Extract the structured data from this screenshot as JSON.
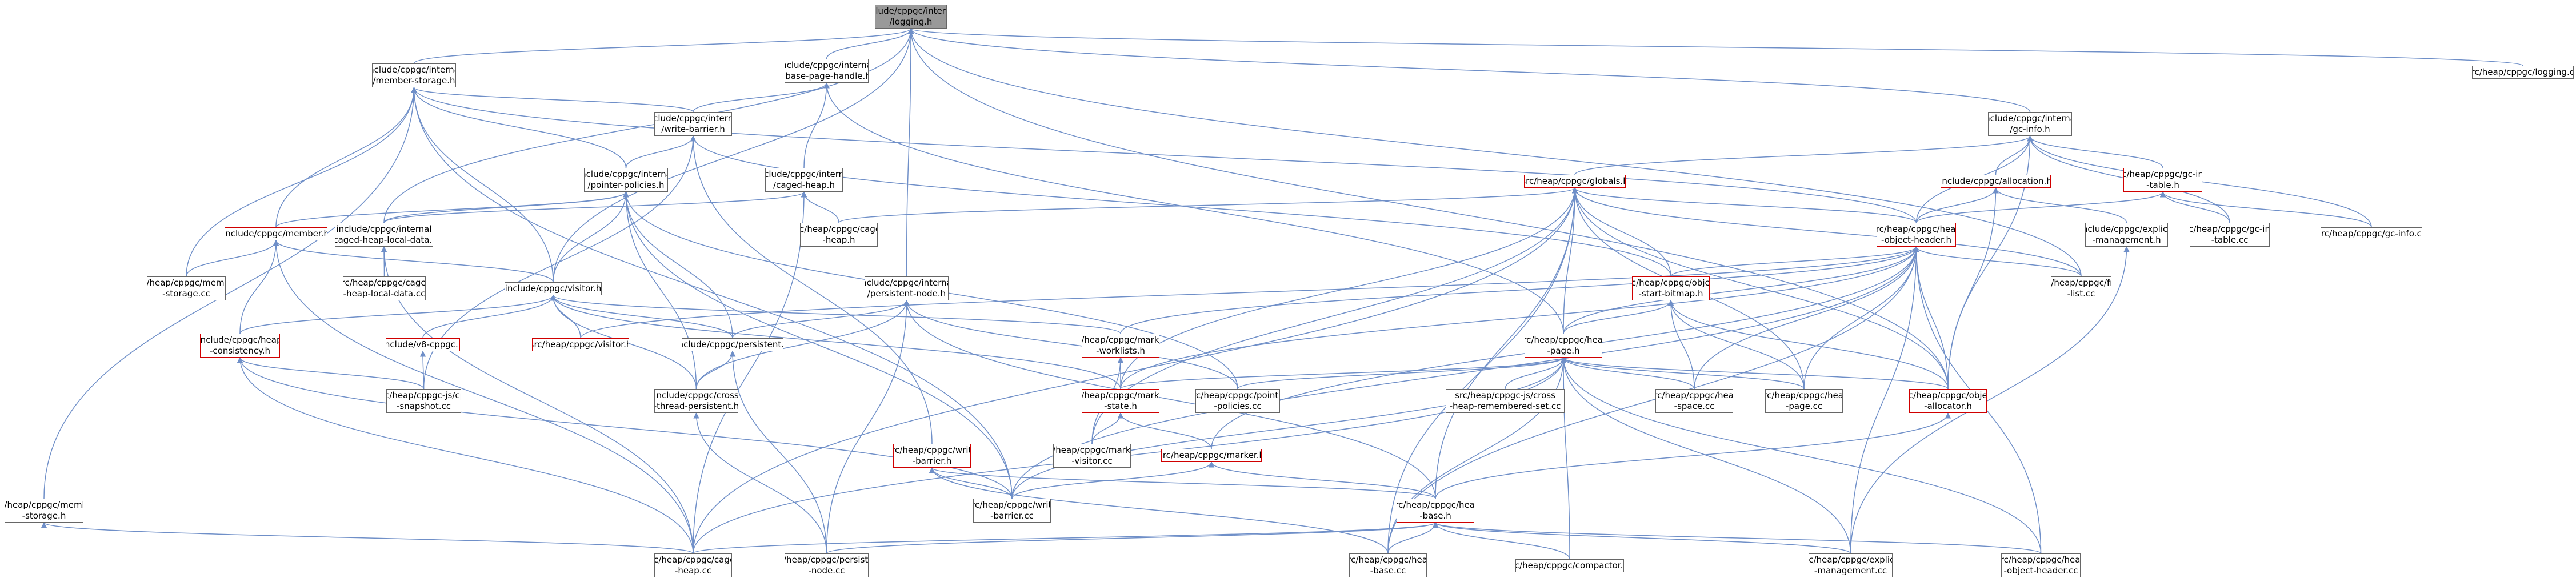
{
  "graph": {
    "root": "include/cppgc/internal/logging.h",
    "edge_color": "#6f8fc8",
    "root_fill": "#999999",
    "node_border": "#666666",
    "highlight_border": "#d00000",
    "nodes": [
      {
        "id": "logging",
        "lines": [
          "include/cppgc/internal",
          "/logging.h"
        ],
        "style": "root"
      },
      {
        "id": "member_storage_h",
        "lines": [
          "include/cppgc/internal",
          "/member-storage.h"
        ]
      },
      {
        "id": "base_page_handle",
        "lines": [
          "include/cppgc/internal",
          "/base-page-handle.h"
        ]
      },
      {
        "id": "logging_cc",
        "lines": [
          "src/heap/cppgc/logging.cc"
        ]
      },
      {
        "id": "write_barrier_h",
        "lines": [
          "include/cppgc/internal",
          "/write-barrier.h"
        ]
      },
      {
        "id": "gc_info_h",
        "lines": [
          "include/cppgc/internal",
          "/gc-info.h"
        ]
      },
      {
        "id": "pointer_policies",
        "lines": [
          "include/cppgc/internal",
          "/pointer-policies.h"
        ]
      },
      {
        "id": "caged_heap_h",
        "lines": [
          "include/cppgc/internal",
          "/caged-heap.h"
        ]
      },
      {
        "id": "globals_h",
        "lines": [
          "src/heap/cppgc/globals.h"
        ],
        "style": "red"
      },
      {
        "id": "allocation_h",
        "lines": [
          "include/cppgc/allocation.h"
        ],
        "style": "red"
      },
      {
        "id": "gc_info_table_h",
        "lines": [
          "src/heap/cppgc/gc-info",
          "-table.h"
        ],
        "style": "red"
      },
      {
        "id": "member_h",
        "lines": [
          "include/cppgc/member.h"
        ],
        "style": "red"
      },
      {
        "id": "caged_heap_local_data_h",
        "lines": [
          "include/cppgc/internal",
          "/caged-heap-local-data.h"
        ]
      },
      {
        "id": "src_caged_heap_h",
        "lines": [
          "src/heap/cppgc/caged",
          "-heap.h"
        ]
      },
      {
        "id": "heap_object_header_h",
        "lines": [
          "src/heap/cppgc/heap",
          "-object-header.h"
        ],
        "style": "red"
      },
      {
        "id": "explicit_management_h",
        "lines": [
          "include/cppgc/explicit",
          "-management.h"
        ]
      },
      {
        "id": "gc_info_table_cc",
        "lines": [
          "src/heap/cppgc/gc-info",
          "-table.cc"
        ]
      },
      {
        "id": "gc_info_cc",
        "lines": [
          "src/heap/cppgc/gc-info.cc"
        ]
      },
      {
        "id": "member_storage_cc",
        "lines": [
          "src/heap/cppgc/member",
          "-storage.cc"
        ]
      },
      {
        "id": "caged_heap_local_data_cc",
        "lines": [
          "src/heap/cppgc/caged",
          "-heap-local-data.cc"
        ]
      },
      {
        "id": "visitor_h",
        "lines": [
          "include/cppgc/visitor.h"
        ]
      },
      {
        "id": "persistent_node_h",
        "lines": [
          "include/cppgc/internal",
          "/persistent-node.h"
        ]
      },
      {
        "id": "object_start_bitmap_h",
        "lines": [
          "src/heap/cppgc/object",
          "-start-bitmap.h"
        ],
        "style": "red"
      },
      {
        "id": "free_list_cc",
        "lines": [
          "src/heap/cppgc/free",
          "-list.cc"
        ]
      },
      {
        "id": "heap_consistency_h",
        "lines": [
          "include/cppgc/heap",
          "-consistency.h"
        ],
        "style": "red"
      },
      {
        "id": "v8_cppgc_h",
        "lines": [
          "include/v8-cppgc.h"
        ],
        "style": "red"
      },
      {
        "id": "src_visitor_h",
        "lines": [
          "src/heap/cppgc/visitor.h"
        ],
        "style": "red"
      },
      {
        "id": "persistent_h",
        "lines": [
          "include/cppgc/persistent.h"
        ]
      },
      {
        "id": "marking_worklists_h",
        "lines": [
          "src/heap/cppgc/marking",
          "-worklists.h"
        ],
        "style": "red"
      },
      {
        "id": "heap_page_h",
        "lines": [
          "src/heap/cppgc/heap",
          "-page.h"
        ],
        "style": "red"
      },
      {
        "id": "cpp_snapshot_cc",
        "lines": [
          "src/heap/cppgc-js/cpp",
          "-snapshot.cc"
        ]
      },
      {
        "id": "cross_thread_persistent_h",
        "lines": [
          "include/cppgc/cross",
          "-thread-persistent.h"
        ]
      },
      {
        "id": "marking_state_h",
        "lines": [
          "src/heap/cppgc/marking",
          "-state.h"
        ],
        "style": "red"
      },
      {
        "id": "pointer_policies_cc",
        "lines": [
          "src/heap/cppgc/pointer",
          "-policies.cc"
        ]
      },
      {
        "id": "cross_heap_remembered_set_cc",
        "lines": [
          "src/heap/cppgc-js/cross",
          "-heap-remembered-set.cc"
        ]
      },
      {
        "id": "heap_space_cc",
        "lines": [
          "src/heap/cppgc/heap",
          "-space.cc"
        ]
      },
      {
        "id": "heap_page_cc",
        "lines": [
          "src/heap/cppgc/heap",
          "-page.cc"
        ]
      },
      {
        "id": "object_allocator_h",
        "lines": [
          "src/heap/cppgc/object",
          "-allocator.h"
        ],
        "style": "red"
      },
      {
        "id": "write_barrier_src_h",
        "lines": [
          "src/heap/cppgc/write",
          "-barrier.h"
        ],
        "style": "red"
      },
      {
        "id": "marking_visitor_cc",
        "lines": [
          "src/heap/cppgc/marking",
          "-visitor.cc"
        ]
      },
      {
        "id": "marker_h",
        "lines": [
          "src/heap/cppgc/marker.h"
        ],
        "style": "red"
      },
      {
        "id": "write_barrier_cc",
        "lines": [
          "src/heap/cppgc/write",
          "-barrier.cc"
        ]
      },
      {
        "id": "heap_base_h",
        "lines": [
          "src/heap/cppgc/heap",
          "-base.h"
        ],
        "style": "red"
      },
      {
        "id": "member_storage_src_h",
        "lines": [
          "src/heap/cppgc/member",
          "-storage.h"
        ]
      },
      {
        "id": "caged_heap_cc",
        "lines": [
          "src/heap/cppgc/caged",
          "-heap.cc"
        ]
      },
      {
        "id": "persistent_node_cc",
        "lines": [
          "src/heap/cppgc/persistent",
          "-node.cc"
        ]
      },
      {
        "id": "heap_base_cc",
        "lines": [
          "src/heap/cppgc/heap",
          "-base.cc"
        ]
      },
      {
        "id": "compactor_cc",
        "lines": [
          "src/heap/cppgc/compactor.cc"
        ]
      },
      {
        "id": "explicit_management_cc",
        "lines": [
          "src/heap/cppgc/explicit",
          "-management.cc"
        ]
      },
      {
        "id": "heap_object_header_cc",
        "lines": [
          "src/heap/cppgc/heap",
          "-object-header.cc"
        ]
      }
    ],
    "edges": [
      [
        "logging",
        "member_storage_h"
      ],
      [
        "logging",
        "base_page_handle"
      ],
      [
        "logging",
        "logging_cc"
      ],
      [
        "logging",
        "gc_info_h"
      ],
      [
        "logging",
        "caged_heap_local_data_h"
      ],
      [
        "logging",
        "visitor_h"
      ],
      [
        "logging",
        "persistent_node_h"
      ],
      [
        "logging",
        "object_allocator_h"
      ],
      [
        "logging",
        "free_list_cc"
      ],
      [
        "member_storage_h",
        "write_barrier_h"
      ],
      [
        "member_storage_h",
        "pointer_policies"
      ],
      [
        "member_storage_h",
        "member_h"
      ],
      [
        "member_storage_h",
        "member_storage_cc"
      ],
      [
        "member_storage_h",
        "member_storage_src_h"
      ],
      [
        "member_storage_h",
        "visitor_h"
      ],
      [
        "member_storage_h",
        "write_barrier_cc"
      ],
      [
        "member_storage_h",
        "heap_object_header_h"
      ],
      [
        "base_page_handle",
        "write_barrier_h"
      ],
      [
        "base_page_handle",
        "caged_heap_h"
      ],
      [
        "base_page_handle",
        "heap_page_h"
      ],
      [
        "write_barrier_h",
        "pointer_policies"
      ],
      [
        "write_barrier_h",
        "write_barrier_src_h"
      ],
      [
        "write_barrier_h",
        "object_start_bitmap_h"
      ],
      [
        "write_barrier_h",
        "cpp_snapshot_cc"
      ],
      [
        "gc_info_h",
        "globals_h"
      ],
      [
        "gc_info_h",
        "allocation_h"
      ],
      [
        "gc_info_h",
        "gc_info_table_h"
      ],
      [
        "gc_info_h",
        "heap_object_header_h"
      ],
      [
        "gc_info_h",
        "gc_info_cc"
      ],
      [
        "gc_info_h",
        "gc_info_table_cc"
      ],
      [
        "gc_info_h",
        "object_allocator_h"
      ],
      [
        "pointer_policies",
        "member_h"
      ],
      [
        "pointer_policies",
        "visitor_h"
      ],
      [
        "pointer_policies",
        "persistent_h"
      ],
      [
        "pointer_policies",
        "cross_thread_persistent_h"
      ],
      [
        "pointer_policies",
        "pointer_policies_cc"
      ],
      [
        "pointer_policies",
        "write_barrier_cc"
      ],
      [
        "pointer_policies",
        "caged_heap_local_data_h"
      ],
      [
        "caged_heap_h",
        "caged_heap_local_data_h"
      ],
      [
        "caged_heap_h",
        "src_caged_heap_h"
      ],
      [
        "caged_heap_h",
        "caged_heap_cc"
      ],
      [
        "globals_h",
        "src_caged_heap_h"
      ],
      [
        "globals_h",
        "heap_object_header_h"
      ],
      [
        "globals_h",
        "object_start_bitmap_h"
      ],
      [
        "globals_h",
        "heap_page_h"
      ],
      [
        "globals_h",
        "free_list_cc"
      ],
      [
        "globals_h",
        "marking_state_h"
      ],
      [
        "globals_h",
        "heap_base_h"
      ],
      [
        "globals_h",
        "heap_page_cc"
      ],
      [
        "globals_h",
        "object_allocator_h"
      ],
      [
        "globals_h",
        "caged_heap_cc"
      ],
      [
        "globals_h",
        "heap_base_cc"
      ],
      [
        "globals_h",
        "marking_visitor_cc"
      ],
      [
        "allocation_h",
        "heap_object_header_h"
      ],
      [
        "allocation_h",
        "explicit_management_h"
      ],
      [
        "allocation_h",
        "object_allocator_h"
      ],
      [
        "gc_info_table_h",
        "heap_object_header_h"
      ],
      [
        "gc_info_table_h",
        "gc_info_table_cc"
      ],
      [
        "gc_info_table_h",
        "gc_info_cc"
      ],
      [
        "member_h",
        "member_storage_cc"
      ],
      [
        "member_h",
        "heap_consistency_h"
      ],
      [
        "member_h",
        "visitor_h"
      ],
      [
        "member_h",
        "caged_heap_cc"
      ],
      [
        "caged_heap_local_data_h",
        "caged_heap_local_data_cc"
      ],
      [
        "caged_heap_local_data_h",
        "caged_heap_cc"
      ],
      [
        "heap_object_header_h",
        "object_start_bitmap_h"
      ],
      [
        "heap_object_header_h",
        "heap_page_h"
      ],
      [
        "heap_object_header_h",
        "free_list_cc"
      ],
      [
        "heap_object_header_h",
        "marking_worklists_h"
      ],
      [
        "heap_object_header_h",
        "src_visitor_h"
      ],
      [
        "heap_object_header_h",
        "marking_state_h"
      ],
      [
        "heap_object_header_h",
        "heap_page_cc"
      ],
      [
        "heap_object_header_h",
        "object_allocator_h"
      ],
      [
        "heap_object_header_h",
        "heap_object_header_cc"
      ],
      [
        "heap_object_header_h",
        "explicit_management_cc"
      ],
      [
        "heap_object_header_h",
        "heap_base_cc"
      ],
      [
        "heap_object_header_h",
        "marker_h"
      ],
      [
        "heap_object_header_h",
        "heap_space_cc"
      ],
      [
        "heap_object_header_h",
        "write_barrier_cc"
      ],
      [
        "explicit_management_h",
        "explicit_management_cc"
      ],
      [
        "visitor_h",
        "heap_consistency_h"
      ],
      [
        "visitor_h",
        "v8_cppgc_h"
      ],
      [
        "visitor_h",
        "src_visitor_h"
      ],
      [
        "visitor_h",
        "persistent_h"
      ],
      [
        "visitor_h",
        "marking_worklists_h"
      ],
      [
        "visitor_h",
        "cross_thread_persistent_h"
      ],
      [
        "visitor_h",
        "marking_state_h"
      ],
      [
        "persistent_node_h",
        "persistent_h"
      ],
      [
        "persistent_node_h",
        "cross_thread_persistent_h"
      ],
      [
        "persistent_node_h",
        "persistent_node_cc"
      ],
      [
        "persistent_node_h",
        "pointer_policies_cc"
      ],
      [
        "persistent_node_h",
        "heap_base_h"
      ],
      [
        "object_start_bitmap_h",
        "heap_page_h"
      ],
      [
        "object_start_bitmap_h",
        "heap_page_cc"
      ],
      [
        "object_start_bitmap_h",
        "object_allocator_h"
      ],
      [
        "object_start_bitmap_h",
        "heap_space_cc"
      ],
      [
        "heap_consistency_h",
        "cpp_snapshot_cc"
      ],
      [
        "heap_consistency_h",
        "write_barrier_cc"
      ],
      [
        "heap_consistency_h",
        "caged_heap_cc"
      ],
      [
        "v8_cppgc_h",
        "cpp_snapshot_cc"
      ],
      [
        "persistent_h",
        "cross_thread_persistent_h"
      ],
      [
        "persistent_h",
        "persistent_node_cc"
      ],
      [
        "marking_worklists_h",
        "marking_state_h"
      ],
      [
        "marking_worklists_h",
        "marking_visitor_cc"
      ],
      [
        "heap_page_h",
        "cross_heap_remembered_set_cc"
      ],
      [
        "heap_page_h",
        "heap_space_cc"
      ],
      [
        "heap_page_h",
        "heap_page_cc"
      ],
      [
        "heap_page_h",
        "object_allocator_h"
      ],
      [
        "heap_page_h",
        "pointer_policies_cc"
      ],
      [
        "heap_page_h",
        "marking_state_h"
      ],
      [
        "heap_page_h",
        "compactor_cc"
      ],
      [
        "heap_page_h",
        "explicit_management_cc"
      ],
      [
        "heap_page_h",
        "heap_base_cc"
      ],
      [
        "heap_page_h",
        "caged_heap_cc"
      ],
      [
        "heap_page_h",
        "heap_object_header_cc"
      ],
      [
        "heap_page_h",
        "write_barrier_cc"
      ],
      [
        "cross_thread_persistent_h",
        "persistent_node_cc"
      ],
      [
        "marking_state_h",
        "marking_visitor_cc"
      ],
      [
        "marking_state_h",
        "marker_h"
      ],
      [
        "object_allocator_h",
        "heap_base_h"
      ],
      [
        "write_barrier_src_h",
        "write_barrier_cc"
      ],
      [
        "write_barrier_src_h",
        "heap_base_h"
      ],
      [
        "write_barrier_src_h",
        "heap_base_cc"
      ],
      [
        "marker_h",
        "write_barrier_cc"
      ],
      [
        "marker_h",
        "heap_base_h"
      ],
      [
        "heap_base_h",
        "caged_heap_cc"
      ],
      [
        "heap_base_h",
        "persistent_node_cc"
      ],
      [
        "heap_base_h",
        "heap_base_cc"
      ],
      [
        "heap_base_h",
        "compactor_cc"
      ],
      [
        "heap_base_h",
        "explicit_management_cc"
      ],
      [
        "heap_base_h",
        "heap_object_header_cc"
      ],
      [
        "member_storage_src_h",
        "caged_heap_cc"
      ]
    ]
  }
}
